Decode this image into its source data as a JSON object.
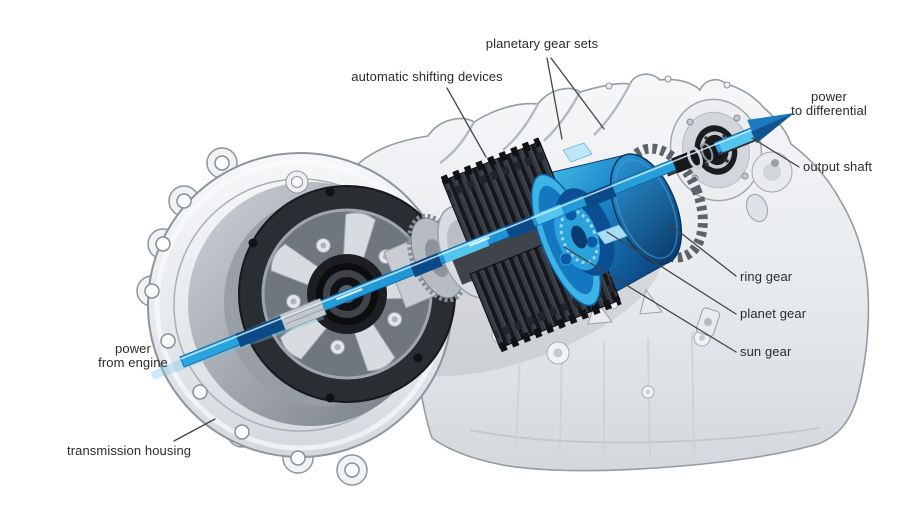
{
  "diagram": {
    "subject": "automatic transmission cutaway",
    "labels": {
      "planetary_gear_sets": "planetary gear sets",
      "automatic_shifting_devices": "automatic shifting devices",
      "power_to_differential": "power\nto differential",
      "output_shaft": "output shaft",
      "ring_gear": "ring gear",
      "planet_gear": "planet gear",
      "sun_gear": "sun gear",
      "power_from_engine": "power\nfrom engine",
      "transmission_housing": "transmission housing"
    },
    "colors": {
      "background": "#ffffff",
      "label_text": "#2b2b2b",
      "leader_line": "#444444",
      "power_arrow_blue": "#1c79c0",
      "shaft_cyan": "#2aa6de",
      "planetary_drum_light": "#47bfec",
      "planetary_drum_dark": "#0a3e78",
      "housing_light_gray": "#f3f5f7",
      "housing_mid_gray": "#d8dce0",
      "dark_metal": "#17191d"
    }
  }
}
